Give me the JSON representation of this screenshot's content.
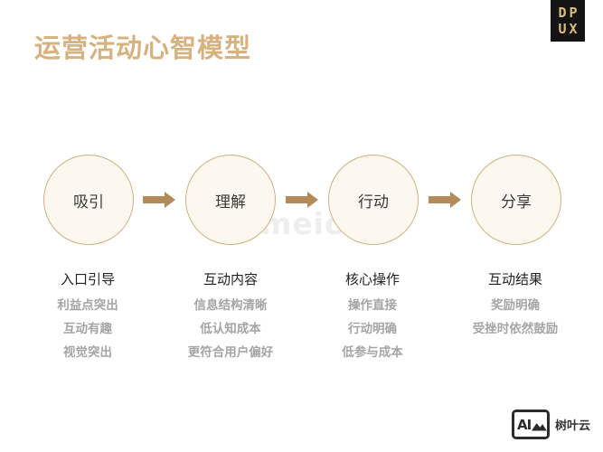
{
  "title": "运营活动心智模型",
  "logo": {
    "line1": "DP",
    "line2": "UX"
  },
  "watermark": "meio",
  "steps": [
    {
      "label": "吸引",
      "heading": "入口引导",
      "points": [
        "利益点突出",
        "互动有趣",
        "视觉突出"
      ]
    },
    {
      "label": "理解",
      "heading": "互动内容",
      "points": [
        "信息结构清晰",
        "低认知成本",
        "更符合用户偏好"
      ]
    },
    {
      "label": "行动",
      "heading": "核心操作",
      "points": [
        "操作直接",
        "行动明确",
        "低参与成本"
      ]
    },
    {
      "label": "分享",
      "heading": "互动结果",
      "points": [
        "奖励明确",
        "受挫时依然鼓励"
      ]
    }
  ],
  "brand": {
    "mark": "AI",
    "name": "树叶云"
  },
  "colors": {
    "accent": "#d8b27e",
    "arrow": "#b38b58",
    "circle_fill": "#fcf8ef",
    "circle_border": "#cfb17d"
  },
  "icons": {
    "arrow": "arrow-right-icon",
    "brand": "ai-image-logo-icon"
  }
}
